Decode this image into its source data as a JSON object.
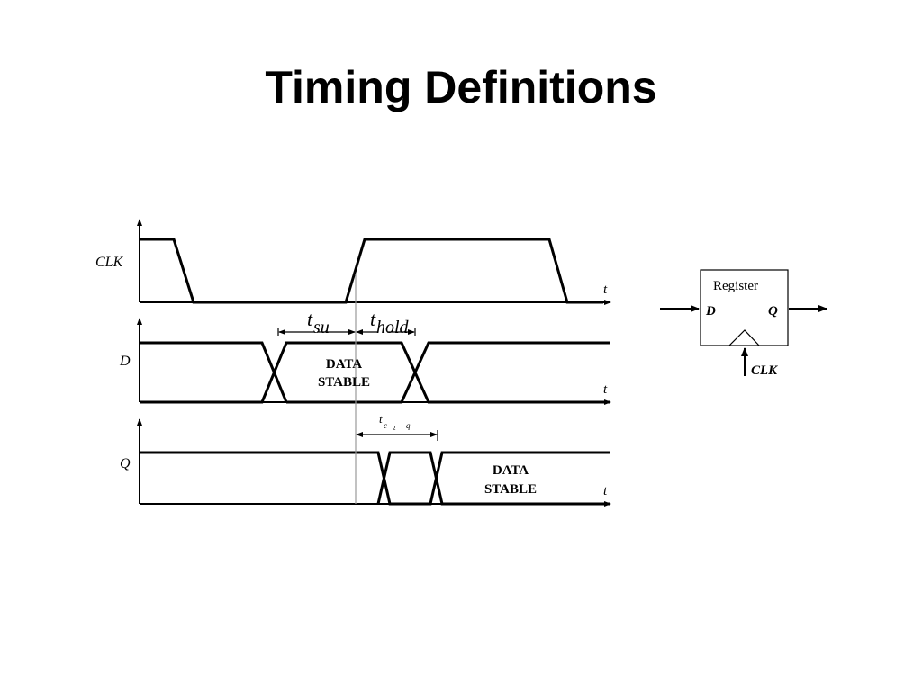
{
  "slide": {
    "title": "Timing Definitions"
  },
  "signals": {
    "clk": "CLK",
    "d": "D",
    "q": "Q",
    "time_axis": "t"
  },
  "timing": {
    "setup_base": "t",
    "setup_sub": "su",
    "hold_base": "t",
    "hold_sub": "hold",
    "c2q_base": "t",
    "c2q_sub_c": "c",
    "c2q_sub_2": "2",
    "c2q_sub_q": "q"
  },
  "stable_label": {
    "line1": "DATA",
    "line2": "STABLE"
  },
  "register": {
    "name": "Register",
    "input": "D",
    "output": "Q",
    "clock": "CLK"
  }
}
